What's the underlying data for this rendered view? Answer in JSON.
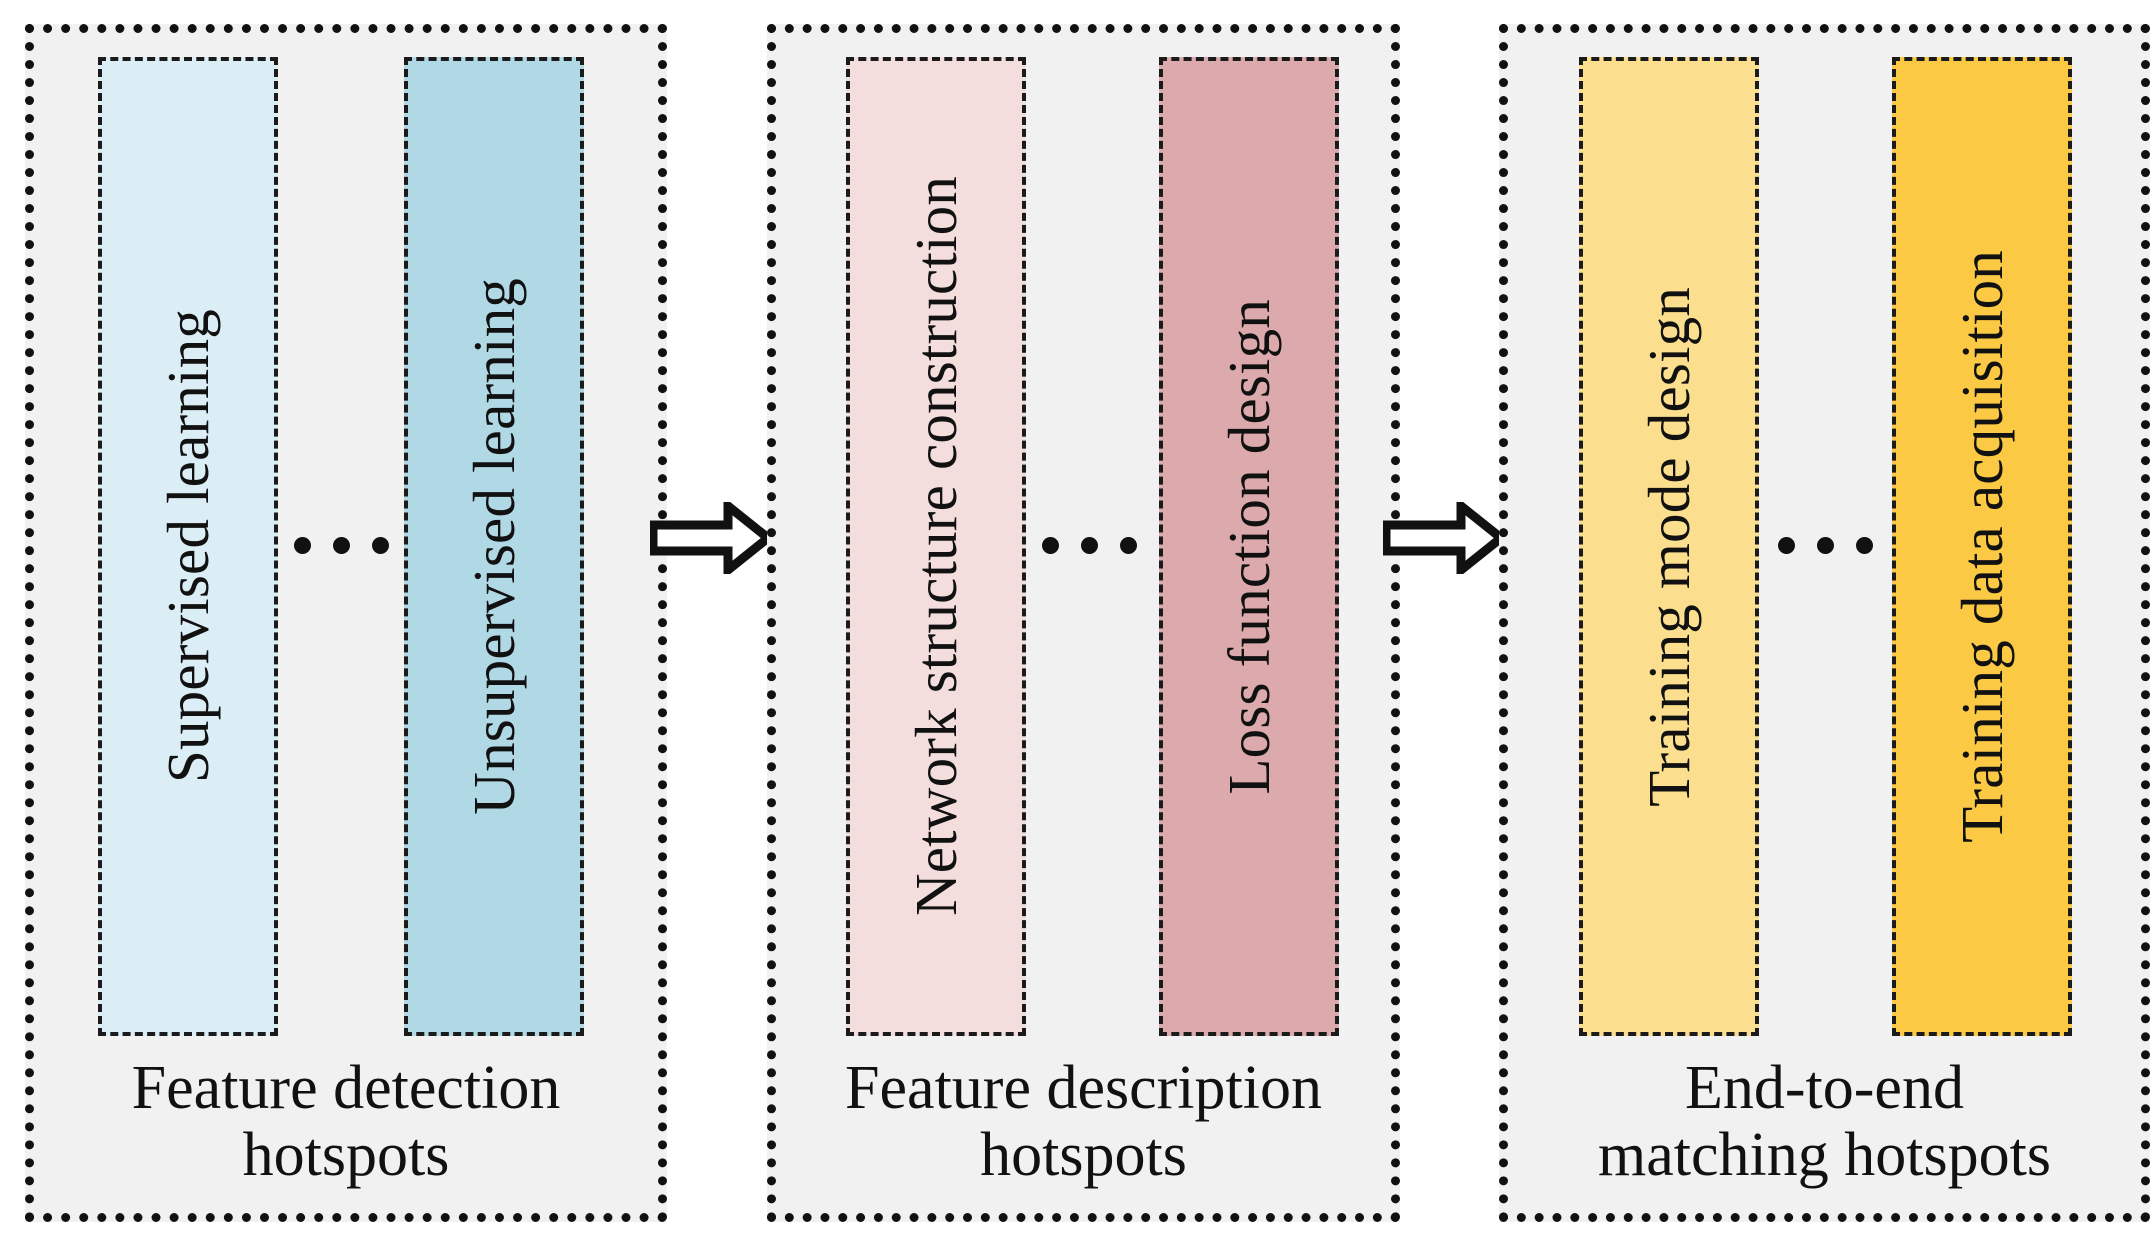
{
  "figure": {
    "type": "pipeline-diagram",
    "orientation": "left-to-right",
    "stage_count": 3,
    "connector_count": 2
  },
  "colors": {
    "panel_background": "#f1f1f1",
    "panel_border": "#111111",
    "box_border": "#1b1b1b",
    "stage1_box1": "#dceef5",
    "stage1_box2": "#b0d8e5",
    "stage2_box1": "#f3dedd",
    "stage2_box2": "#dcaaac",
    "stage3_box1": "#fbdf8e",
    "stage3_box2": "#fbc943",
    "text": "#111111",
    "arrow_fill": "#ffffff",
    "arrow_stroke": "#111111"
  },
  "stages": [
    {
      "id": "feature-detection",
      "caption_line1": "Feature detection",
      "caption_line2": "hotspots",
      "ellipsis": "...",
      "boxes": [
        {
          "label": "Supervised learning",
          "color": "#dceef5"
        },
        {
          "label": "Unsupervised learning",
          "color": "#b0d8e5"
        }
      ]
    },
    {
      "id": "feature-description",
      "caption_line1": "Feature description",
      "caption_line2": "hotspots",
      "ellipsis": "...",
      "boxes": [
        {
          "label": "Network structure construction",
          "color": "#f3dedd"
        },
        {
          "label": "Loss function design",
          "color": "#dcaaac"
        }
      ]
    },
    {
      "id": "end-to-end-matching",
      "caption_line1": "End-to-end",
      "caption_line2": "matching hotspots",
      "ellipsis": "...",
      "boxes": [
        {
          "label": "Training mode design",
          "color": "#fbdf8e"
        },
        {
          "label": "Training data acquisition",
          "color": "#fbc943"
        }
      ]
    }
  ],
  "connectors": [
    {
      "id": "arrow-1",
      "icon": "right-block-arrow-icon",
      "from": "feature-detection",
      "to": "feature-description"
    },
    {
      "id": "arrow-2",
      "icon": "right-block-arrow-icon",
      "from": "feature-description",
      "to": "end-to-end-matching"
    }
  ]
}
